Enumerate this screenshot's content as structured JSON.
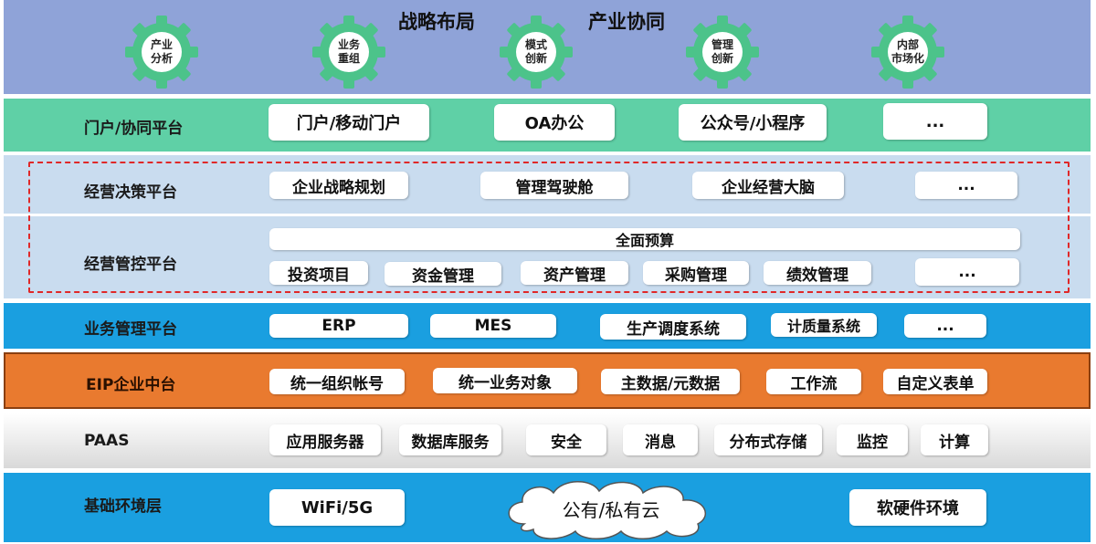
{
  "strategy": {
    "title_left": "战略布局",
    "title_right": "产业协同",
    "gears": [
      {
        "line1": "产业",
        "line2": "分析"
      },
      {
        "line1": "业务",
        "line2": "重组"
      },
      {
        "line1": "模式",
        "line2": "创新"
      },
      {
        "line1": "管理",
        "line2": "创新"
      },
      {
        "line1": "内部",
        "line2": "市场化"
      }
    ]
  },
  "portal": {
    "label": "门户/协同平台",
    "items": [
      "门户/移动门户",
      "OA办公",
      "公众号/小程序",
      "..."
    ]
  },
  "decision": {
    "label": "经营决策平台",
    "items": [
      "企业战略规划",
      "管理驾驶舱",
      "企业经营大脑",
      "..."
    ]
  },
  "control": {
    "label": "经营管控平台",
    "budget": "全面预算",
    "items": [
      "投资项目",
      "资金管理",
      "资产管理",
      "采购管理",
      "绩效管理",
      "..."
    ]
  },
  "business": {
    "label": "业务管理平台",
    "items": [
      "ERP",
      "MES",
      "生产调度系统",
      "计质量系统",
      "..."
    ]
  },
  "eip": {
    "label": "EIP企业中台",
    "items": [
      "统一组织帐号",
      "统一业务对象",
      "主数据/元数据",
      "工作流",
      "自定义表单"
    ]
  },
  "paas": {
    "label": "PAAS",
    "items": [
      "应用服务器",
      "数据库服务",
      "安全",
      "消息",
      "分布式存储",
      "监控",
      "计算"
    ]
  },
  "base": {
    "label": "基础环境层",
    "items": [
      "WiFi/5G",
      "公有/私有云",
      "软硬件环境"
    ]
  },
  "colors": {
    "strategy": "#8fa3d8",
    "portal": "#5fd0a6",
    "decision": "#c9dcef",
    "business": "#1a9fe0",
    "eip": "#e97a2f",
    "gear": "#4cc38a",
    "dashed": "#e02828"
  }
}
